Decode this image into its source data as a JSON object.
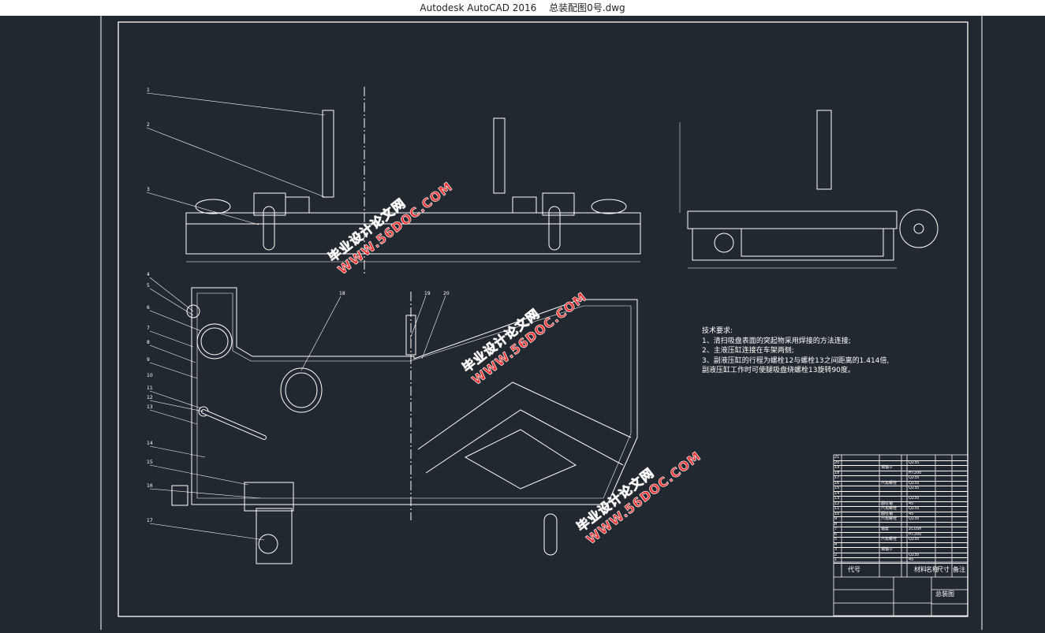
{
  "window": {
    "app_title": "Autodesk AutoCAD 2016",
    "file_name": "总装配图0号.dwg"
  },
  "drawing": {
    "part_labels": [
      "1",
      "2",
      "3",
      "4",
      "5",
      "6",
      "7",
      "8",
      "9",
      "10",
      "11",
      "12",
      "13",
      "14",
      "15",
      "16",
      "17",
      "18",
      "19",
      "20"
    ],
    "technical_requirements": {
      "title": "技术要求:",
      "items": [
        "1、清扫吸盘表面的突起物采用焊接的方法连接;",
        "2、主液压缸连接在车架两侧;",
        "3、副液压缸的行程为螺栓12与螺栓13之间距离的1.414倍,",
        "副液压缸工作时可使腿吸盘绕螺栓13旋转90度。"
      ]
    },
    "watermark": {
      "line1": "毕业设计论文网",
      "line2": "WWW.56DOC.COM"
    },
    "parts_list": {
      "headers": [
        "代号",
        "名称",
        "材料",
        "尺寸",
        "备注"
      ],
      "rows": [
        {
          "no": "21",
          "name": "",
          "material": ""
        },
        {
          "no": "20",
          "name": "",
          "material": "Q235"
        },
        {
          "no": "19",
          "name": "销轴子",
          "material": ""
        },
        {
          "no": "18",
          "name": "",
          "material": "HT200"
        },
        {
          "no": "17",
          "name": "",
          "material": "Q235"
        },
        {
          "no": "16",
          "name": "六角螺栓",
          "material": "Q235"
        },
        {
          "no": "15",
          "name": "",
          "material": "Q235"
        },
        {
          "no": "14",
          "name": "",
          "material": ""
        },
        {
          "no": "13",
          "name": "",
          "material": "Q235"
        },
        {
          "no": "12",
          "name": "圆柱销",
          "material": "45"
        },
        {
          "no": "11",
          "name": "六角螺栓",
          "material": "Q235"
        },
        {
          "no": "10",
          "name": "圆柱销",
          "material": "45"
        },
        {
          "no": "9",
          "name": "六角螺栓",
          "material": "Q235"
        },
        {
          "no": "8",
          "name": "",
          "material": ""
        },
        {
          "no": "7",
          "name": "轴套",
          "material": "ZCuSn"
        },
        {
          "no": "6",
          "name": "",
          "material": "HT200"
        },
        {
          "no": "5",
          "name": "六角螺栓",
          "material": "Q235"
        },
        {
          "no": "4",
          "name": "",
          "material": ""
        },
        {
          "no": "3",
          "name": "销轴子",
          "material": ""
        },
        {
          "no": "2",
          "name": "",
          "material": "Q235"
        },
        {
          "no": "1",
          "name": "",
          "material": "45"
        }
      ],
      "drawing_title": "总装图"
    }
  },
  "colors": {
    "background": "#212830",
    "lines": "#ffffff",
    "watermark": "#e33333"
  }
}
